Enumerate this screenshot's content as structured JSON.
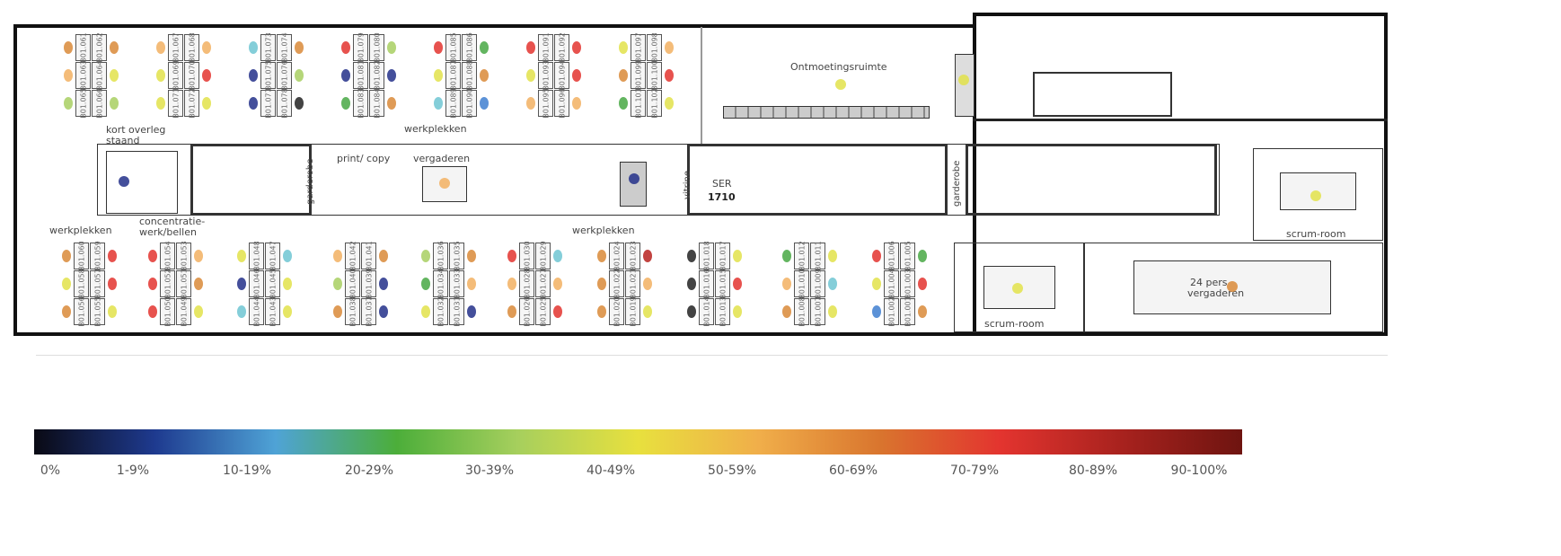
{
  "colors": {
    "black": "#222222",
    "navy": "#23308a",
    "blue": "#3f7fd0",
    "lightblue": "#6fc6d2",
    "green": "#48a844",
    "lightgreen": "#a8cf62",
    "yellow": "#e2e24a",
    "lightorange": "#f2b062",
    "orange": "#d98a38",
    "red": "#e3342f",
    "darkred": "#b7221e"
  },
  "labels": {
    "werkplekken_top": "werkplekken",
    "werkplekken_left": "werkplekken",
    "werkplekken_bottom": "werkplekken",
    "kort_overleg": "kort overleg",
    "staand": "staand",
    "concentratie": "concentratie-",
    "werk_bellen": "werk/bellen",
    "print_copy": "print/ copy",
    "vergaderen": "vergaderen",
    "garderobe1": "garderobe",
    "garderobe2": "garderobe",
    "vitrine": "vitrine",
    "ser": "SER",
    "ser_num": "1710",
    "ontmoetingsruimte": "Ontmoetingsruimte",
    "scrum_room_1": "scrum-room",
    "scrum_room_2": "scrum-room",
    "vergaderen_24_a": "24 pers",
    "vergaderen_24_b": "vergaderen"
  },
  "top_clusters": [
    {
      "desks": [
        "B01.061",
        "B01.062",
        "B01.063",
        "B01.064",
        "B01.065",
        "B01.066"
      ],
      "chairs": [
        "orange",
        "orange",
        "lightorange",
        "yellow",
        "lightgreen",
        "lightgreen"
      ]
    },
    {
      "desks": [
        "B01.067",
        "B01.068",
        "B01.069",
        "B01.070",
        "B01.071",
        "B01.072"
      ],
      "chairs": [
        "lightorange",
        "lightorange",
        "yellow",
        "red",
        "yellow",
        "yellow"
      ]
    },
    {
      "desks": [
        "B01.073",
        "B01.074",
        "B01.075",
        "B01.076",
        "B01.077",
        "B01.078"
      ],
      "chairs": [
        "lightblue",
        "orange",
        "navy",
        "lightgreen",
        "navy",
        "black"
      ]
    },
    {
      "desks": [
        "B01.079",
        "B01.080",
        "B01.081",
        "B01.082",
        "B01.083",
        "B01.084"
      ],
      "chairs": [
        "red",
        "lightgreen",
        "navy",
        "navy",
        "green",
        "orange"
      ]
    },
    {
      "desks": [
        "B01.085",
        "B01.086",
        "B01.087",
        "B01.088",
        "B01.089",
        "B01.090"
      ],
      "chairs": [
        "red",
        "green",
        "yellow",
        "orange",
        "lightblue",
        "blue"
      ]
    },
    {
      "desks": [
        "B01.091",
        "B01.092",
        "B01.093",
        "B01.094",
        "B01.095",
        "B01.096"
      ],
      "chairs": [
        "red",
        "red",
        "yellow",
        "red",
        "lightorange",
        "lightorange"
      ]
    },
    {
      "desks": [
        "B01.097",
        "B01.098",
        "B01.099",
        "B01.100",
        "B01.101",
        "B01.102"
      ],
      "chairs": [
        "yellow",
        "lightorange",
        "orange",
        "red",
        "green",
        "yellow"
      ]
    }
  ],
  "bottom_clusters": [
    {
      "desks": [
        "B01.060",
        "B01.059",
        "B01.058",
        "B01.057",
        "B01.056",
        "B01.055"
      ],
      "chairs": [
        "orange",
        "red",
        "yellow",
        "red",
        "orange",
        "yellow"
      ]
    },
    {
      "desks": [
        "B01.054",
        "B01.053",
        "B01.052",
        "B01.051",
        "B01.050",
        "B01.049"
      ],
      "chairs": [
        "red",
        "lightorange",
        "red",
        "orange",
        "red",
        "yellow"
      ]
    },
    {
      "desks": [
        "B01.048",
        "B01.047",
        "B01.046",
        "B01.045",
        "B01.044",
        "B01.043"
      ],
      "chairs": [
        "yellow",
        "lightblue",
        "navy",
        "yellow",
        "lightblue",
        "yellow"
      ]
    },
    {
      "desks": [
        "B01.042",
        "B01.041",
        "B01.040",
        "B01.039",
        "B01.038",
        "B01.037"
      ],
      "chairs": [
        "lightorange",
        "orange",
        "lightgreen",
        "navy",
        "orange",
        "navy"
      ]
    },
    {
      "desks": [
        "B01.036",
        "B01.035",
        "B01.034",
        "B01.033",
        "B01.032",
        "B01.031"
      ],
      "chairs": [
        "lightgreen",
        "orange",
        "green",
        "lightorange",
        "yellow",
        "navy"
      ]
    },
    {
      "desks": [
        "B01.030",
        "B01.029",
        "B01.028",
        "B01.027",
        "B01.026",
        "B01.025"
      ],
      "chairs": [
        "red",
        "lightblue",
        "lightorange",
        "lightorange",
        "orange",
        "red"
      ]
    },
    {
      "desks": [
        "B01.024",
        "B01.023",
        "B01.022",
        "B01.021",
        "B01.020",
        "B01.019"
      ],
      "chairs": [
        "orange",
        "darkred",
        "orange",
        "lightorange",
        "orange",
        "yellow"
      ]
    },
    {
      "desks": [
        "B01.018",
        "B01.017",
        "B01.016",
        "B01.015",
        "B01.014",
        "B01.013"
      ],
      "chairs": [
        "black",
        "yellow",
        "black",
        "red",
        "black",
        "yellow"
      ]
    },
    {
      "desks": [
        "B01.012",
        "B01.011",
        "B01.010",
        "B01.009",
        "B01.008",
        "B01.007"
      ],
      "chairs": [
        "green",
        "yellow",
        "lightorange",
        "lightblue",
        "orange",
        "yellow"
      ]
    },
    {
      "desks": [
        "B01.006",
        "B01.005",
        "B01.004",
        "B01.003",
        "B01.002",
        "B01.001"
      ],
      "chairs": [
        "red",
        "green",
        "yellow",
        "red",
        "blue",
        "orange"
      ]
    }
  ],
  "rooms": {
    "kort_overleg": "navy",
    "vergaderen": "lightorange",
    "werkplekken_table": "navy",
    "ontmoetingsruimte": "yellow",
    "ontmoeting_side": "yellow",
    "scrum_room_1": "yellow",
    "scrum_room_2": "yellow",
    "vergaderen_24": "orange"
  },
  "legend": [
    "0%",
    "1-9%",
    "10-19%",
    "20-29%",
    "30-39%",
    "40-49%",
    "50-59%",
    "60-69%",
    "70-79%",
    "80-89%",
    "90-100%"
  ]
}
